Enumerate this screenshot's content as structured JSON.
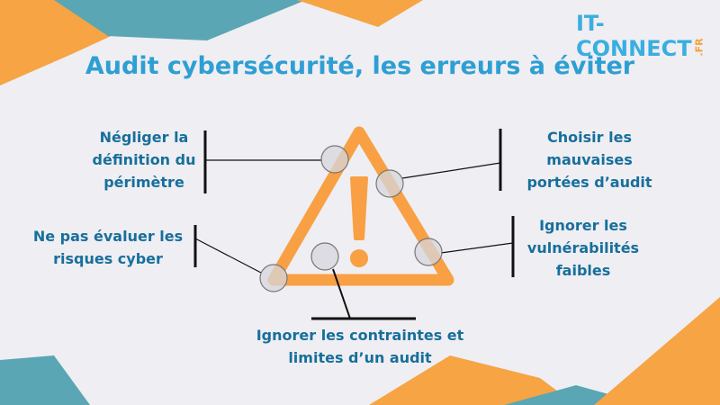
{
  "logo": {
    "text": "IT-CONNECT",
    "suffix": ".FR"
  },
  "title": "Audit cybersécurité, les erreurs à éviter",
  "labels": {
    "top_left": "Négliger la définition du périmètre",
    "top_right": "Choisir les mauvaises portées d’audit",
    "mid_left": "Ne pas évaluer les risques cyber",
    "mid_right": "Ignorer les vulnérabilités faibles",
    "bottom": "Ignorer les contraintes et limites d’un audit"
  },
  "colors": {
    "accent": "#f8a043",
    "teal": "#4aa5b8",
    "title": "#2e9fd3",
    "label": "#176f9b"
  }
}
